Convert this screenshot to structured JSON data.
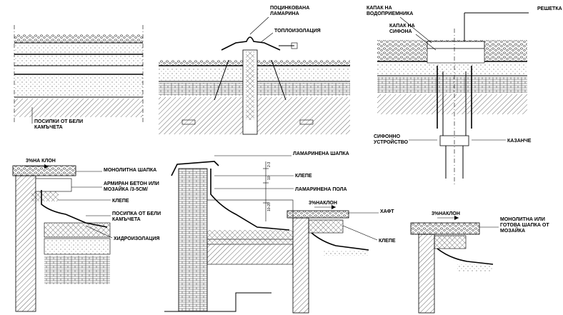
{
  "labels": {
    "d1_pebbles": "ПОСИПКИ ОТ БЕЛИ\nКАМЪЧЕТА",
    "d2_sheet": "ПОЦИНКОВАНА\nЛАМАРИНА",
    "d2_insulation": "ТОПЛОИЗОЛАЦИЯ",
    "d3_cover_drain": "КАПАК НА\nВОДОПРИЕМНИКА",
    "d3_grate": "РЕШЕТКА",
    "d3_cover_siphon": "КАПАК НА\nСИФОНА",
    "d3_siphon": "СИФОННО\nУСТРОЙСТВО",
    "d3_pipe": "КАЗАНЧЕ",
    "d4_slope": "3%НА КЛОН",
    "d4_coping": "МОНОЛИТНА ШАПКА",
    "d4_concrete": "АРМИРАН БЕТОН ИЛИ\nМОЗАЙКА /3-5СМ/",
    "d4_clip": "КЛЕПЕ",
    "d4_pebbles": "ПОСИПКА ОТ БЕЛИ\nКАМЪЧЕТА",
    "d4_waterproof": "ХИДРОИЗОЛАЦИЯ",
    "d5_cap": "ЛАМАРИНЕНА ШАПКА",
    "d5_clip": "КЛЕПЕ",
    "d5_strip": "ЛАМАРИНЕНА ПОЛА",
    "d5_dim1": "2-3",
    "d5_dim2": "10",
    "d5_dim3": "10-20",
    "d6_slope": "3%НАКЛОН",
    "d6_haft": "ХАФТ",
    "d6_clip": "КЛЕПЕ",
    "d7_slope": "3%НАКЛОН",
    "d7_coping": "МОНОЛИТНА ИЛИ\nГОТОВА ШАПКА ОТ\nМОЗАЙКА"
  },
  "colors": {
    "line": "#000000",
    "background": "#ffffff"
  }
}
